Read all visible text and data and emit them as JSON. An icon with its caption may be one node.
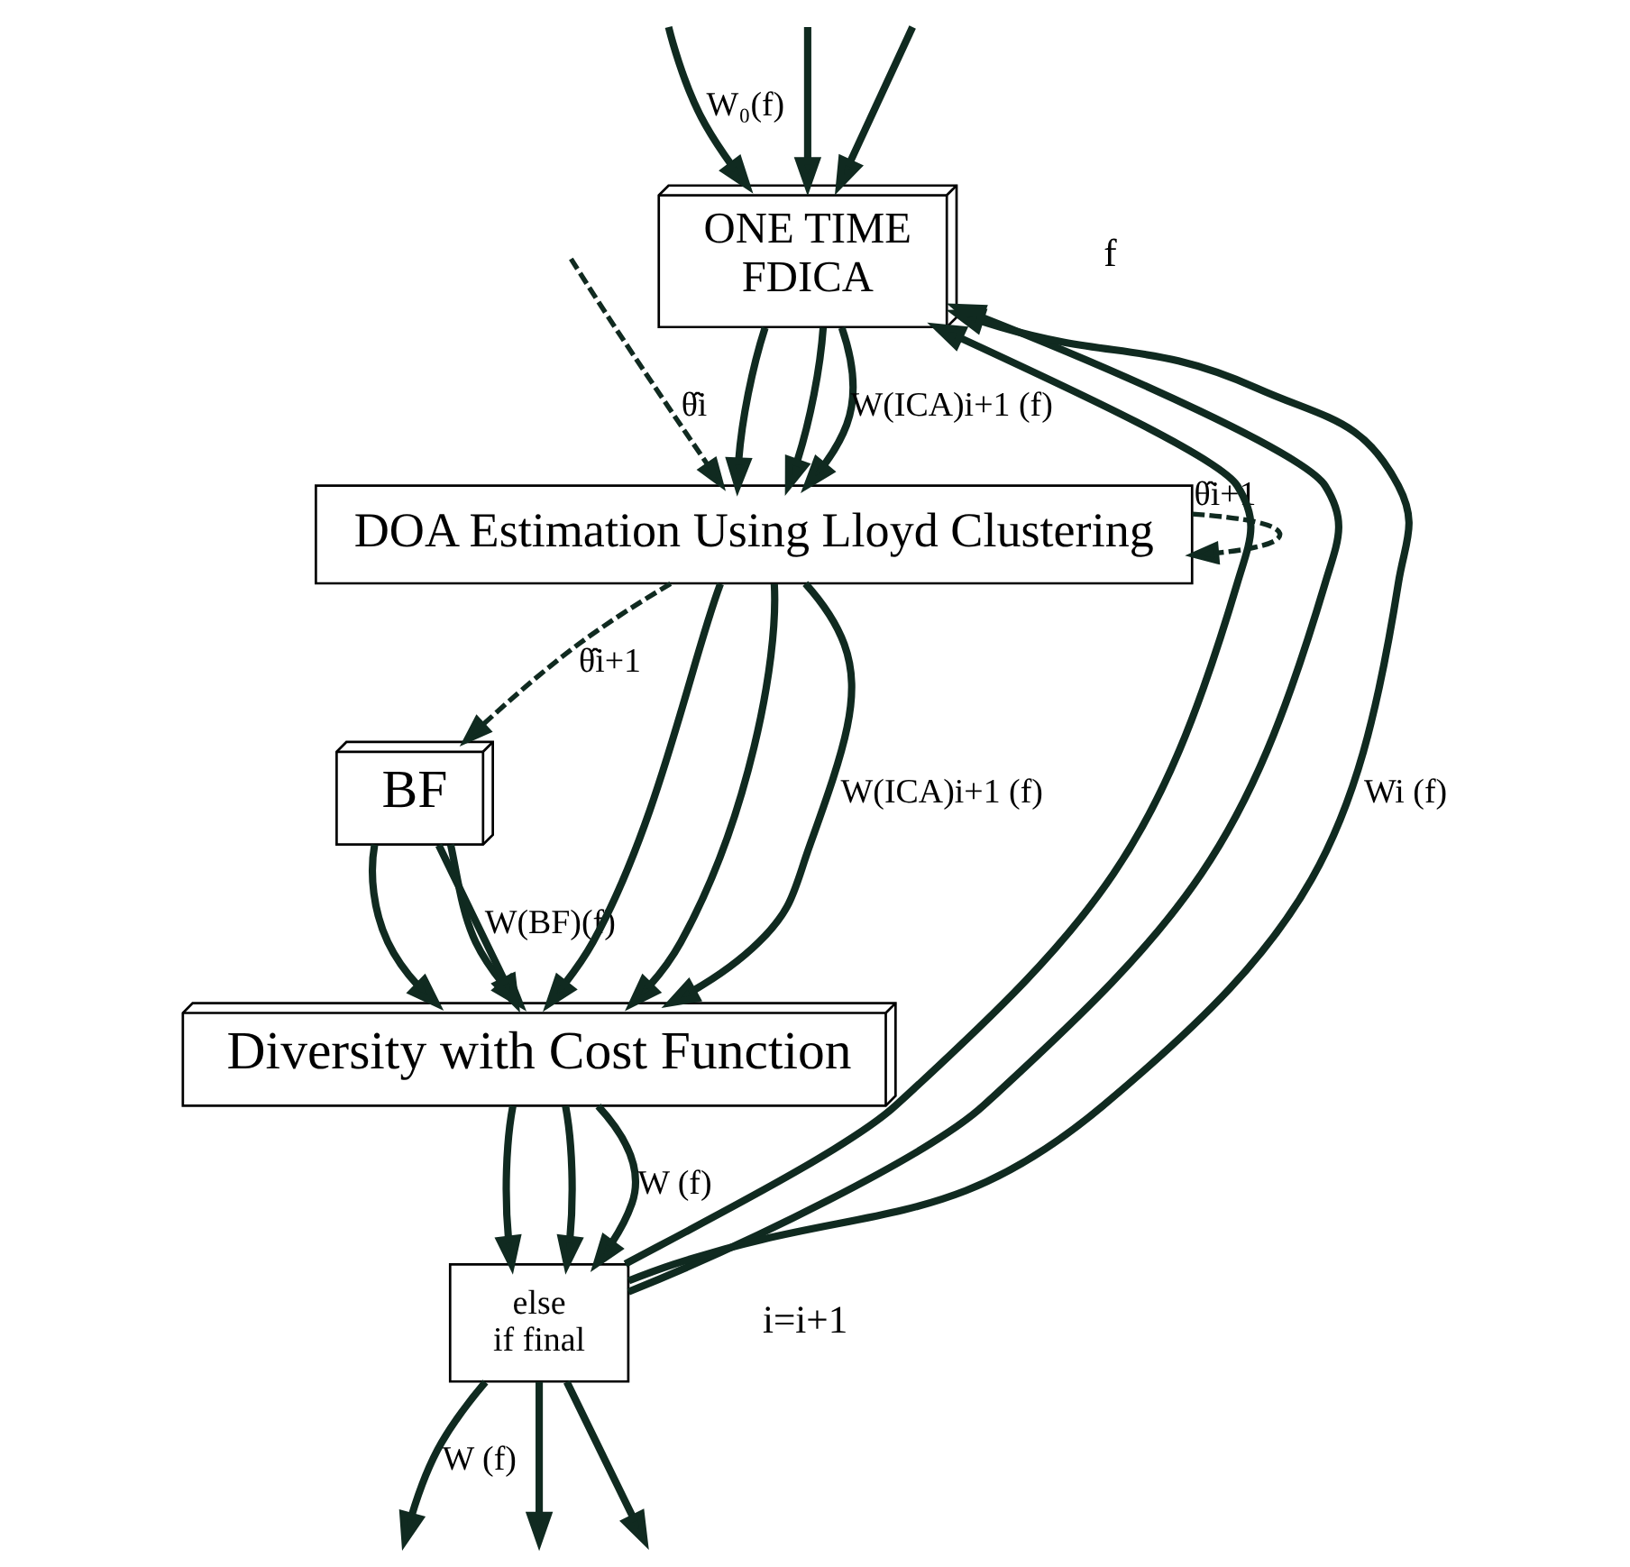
{
  "diagram": {
    "nodes": [
      {
        "text": [
          "ONE TIME",
          "FDICA"
        ]
      },
      {
        "text": [
          "BF"
        ]
      },
      {
        "text": [
          "DOA Estimation Using Lloyd Clustering"
        ]
      },
      {
        "text": [
          "Diversity with Cost Function"
        ]
      },
      {
        "text": [
          "else",
          "if final"
        ]
      }
    ],
    "edges": [
      {
        "from": null,
        "to": 0,
        "arrow": "to",
        "label": "W₀(f)"
      },
      {
        "from": null,
        "to": 0,
        "arrow": "to"
      },
      {
        "from": null,
        "to": 0,
        "arrow": "to"
      },
      {
        "from": 0,
        "to": 2,
        "arrow": "to"
      },
      {
        "from": 0,
        "to": 2,
        "arrow": "to"
      },
      {
        "from": 0,
        "to": 2,
        "arrow": "to",
        "label": "W(ICA)i+1 (f)"
      },
      {
        "from": null,
        "to": 2,
        "arrow": "to",
        "style": "dashed",
        "label": "θ̂i"
      },
      {
        "from": 2,
        "to": 2,
        "arrow": "to",
        "style": "dashed",
        "label": "θ̂i+1"
      },
      {
        "from": 2,
        "to": 1,
        "arrow": "to",
        "style": "dashed",
        "label": "θ̂i+1"
      },
      {
        "from": 2,
        "to": 3,
        "arrow": "to"
      },
      {
        "from": 2,
        "to": 3,
        "arrow": "to"
      },
      {
        "from": 2,
        "to": 3,
        "arrow": "to",
        "label": "W(ICA)i+1 (f)"
      },
      {
        "from": 1,
        "to": 3,
        "arrow": "to"
      },
      {
        "from": 1,
        "to": 3,
        "arrow": "to"
      },
      {
        "from": 1,
        "to": 3,
        "arrow": "to",
        "label": "W(BF)(f)"
      },
      {
        "from": 3,
        "to": 4,
        "arrow": "to"
      },
      {
        "from": 3,
        "to": 4,
        "arrow": "to"
      },
      {
        "from": 3,
        "to": 4,
        "arrow": "to",
        "label": "W (f)"
      },
      {
        "from": 4,
        "to": 0,
        "arrow": "to"
      },
      {
        "from": 4,
        "to": 0,
        "arrow": "to"
      },
      {
        "from": 4,
        "to": 0,
        "arrow": "to",
        "label": "Wi (f)"
      },
      {
        "from": 4,
        "to": null,
        "arrow": "to",
        "label": "W (f)"
      },
      {
        "from": 4,
        "to": null,
        "arrow": "to"
      },
      {
        "from": 4,
        "to": null,
        "arrow": "to"
      }
    ],
    "labels": [
      "f",
      "i=i+1"
    ]
  }
}
